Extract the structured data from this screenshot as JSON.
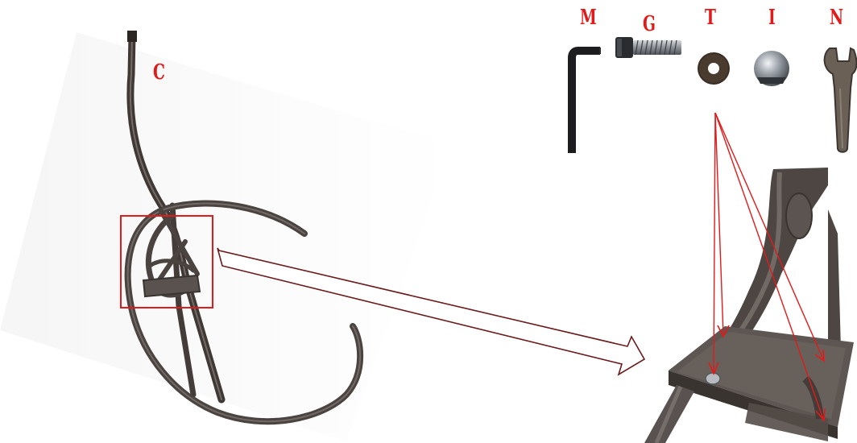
{
  "labels": {
    "frame": "C",
    "hex_key": "M",
    "bolt": "G",
    "washer": "T",
    "cap_nut": "I",
    "wrench": "N"
  },
  "colors": {
    "callout_red": "#e31a1a",
    "arrow_outline": "#6b1b1b",
    "metal_dark": "#4a4340",
    "metal_mid": "#6d6663",
    "photo_bg": "#f7f7f7"
  },
  "icons": {
    "hex_key": "allen-key-icon",
    "bolt": "socket-bolt-icon",
    "washer": "washer-icon",
    "cap_nut": "acorn-nut-icon",
    "wrench": "open-wrench-icon"
  }
}
